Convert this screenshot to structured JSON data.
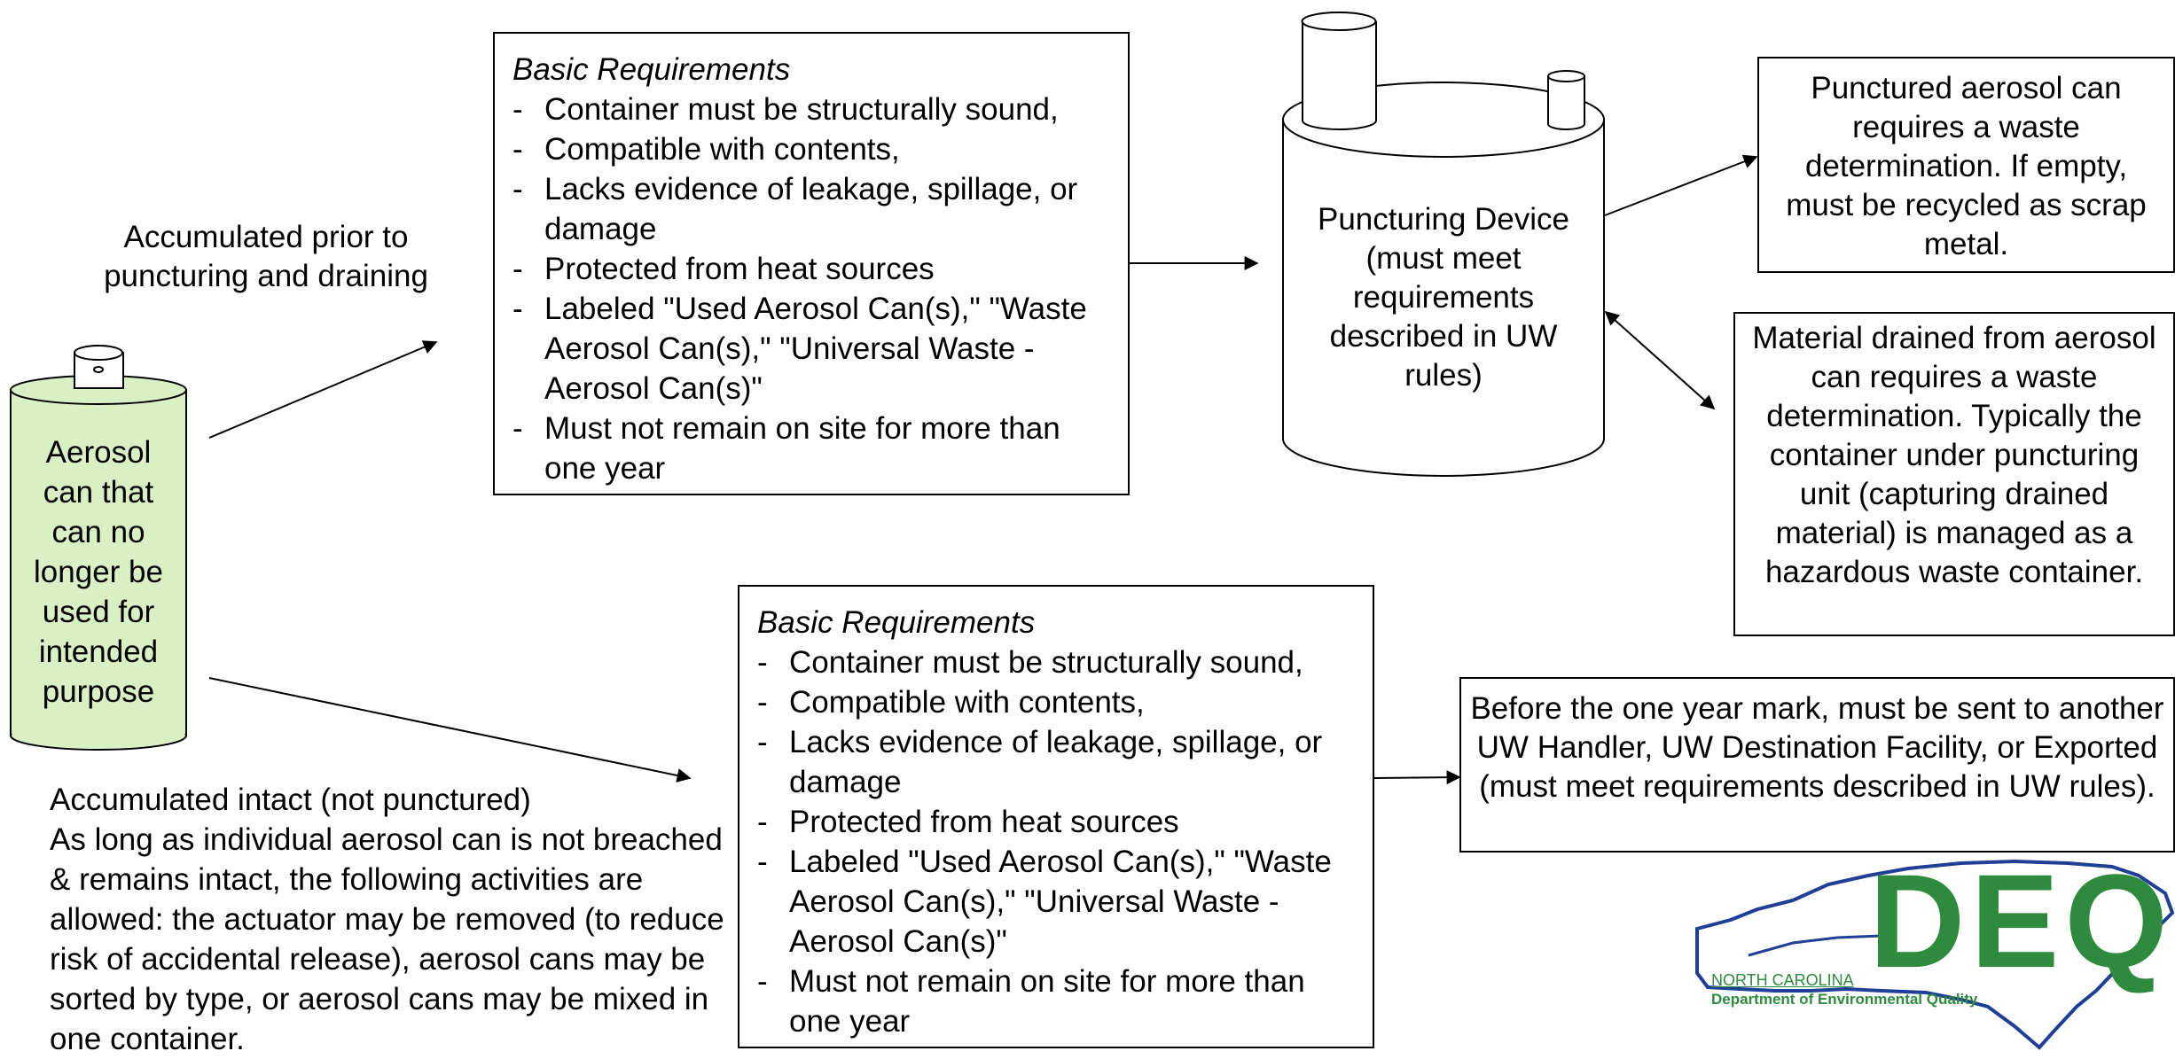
{
  "left_can_text": "Aerosol can that can no longer be used for intended purpose",
  "upper_branch_label": "Accumulated prior to puncturing and draining",
  "lower_branch_label": {
    "title": "Accumulated intact (not punctured)",
    "body": "As long as individual aerosol can is not breached & remains intact, the following activities are allowed: the actuator may be removed (to reduce risk of accidental release), aerosol cans may be sorted by type, or aerosol cans may be mixed in one container."
  },
  "requirements_top": {
    "heading": "Basic Requirements",
    "items": [
      "Container must be structurally sound,",
      "Compatible with contents,",
      "Lacks evidence of leakage, spillage, or damage",
      "Protected from heat sources",
      "Labeled \"Used Aerosol Can(s),\" \"Waste Aerosol Can(s),\" \"Universal Waste - Aerosol Can(s)\"",
      "Must not remain on site for more than one year"
    ]
  },
  "requirements_bottom": {
    "heading": "Basic Requirements",
    "items": [
      "Container must be structurally sound,",
      "Compatible with contents,",
      "Lacks evidence of leakage, spillage, or damage",
      "Protected from heat sources",
      "Labeled \"Used Aerosol Can(s),\" \"Waste Aerosol Can(s),\" \"Universal Waste - Aerosol Can(s)\"",
      "Must not remain on site for more than one year"
    ]
  },
  "puncturing_device": "Puncturing Device (must meet requirements described in UW rules)",
  "punctured_can_box": "Punctured aerosol can requires a waste determination.  If empty, must be recycled as scrap metal.",
  "drained_material_box": "Material drained from aerosol can requires a waste determination.  Typically the container under puncturing unit (capturing drained material) is managed as a hazardous waste container.",
  "one_year_box": "Before the one year mark, must be sent to another UW Handler, UW Destination Facility, or Exported (must meet requirements described in UW rules).",
  "logo": {
    "letters": "DEQ",
    "state": "NORTH CAROLINA",
    "department": "Department of Environmental Quality"
  },
  "colors": {
    "can_fill": "#d9efc4",
    "logo_green": "#2e8b3e",
    "logo_blue": "#1f3f96"
  }
}
